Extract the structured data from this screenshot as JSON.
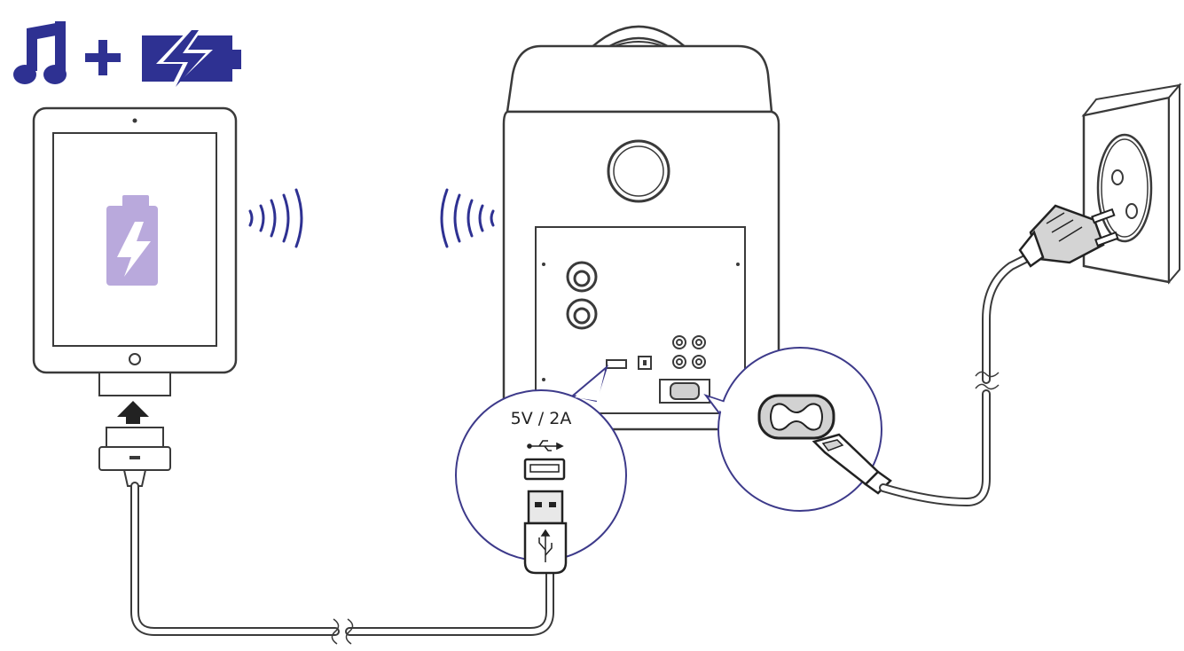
{
  "header": {
    "icons": [
      "music-note-icon",
      "plus-icon",
      "charging-battery-icon"
    ]
  },
  "usb_callout": {
    "rating": "5V / 2A",
    "icon": "usb-symbol-icon"
  },
  "colors": {
    "accent": "#2e3192",
    "outline": "#3a3a3a",
    "battery": "#b9a9dc",
    "callout_ring": "#3d3a8a"
  },
  "devices": [
    "tablet",
    "speaker",
    "wall-outlet"
  ]
}
